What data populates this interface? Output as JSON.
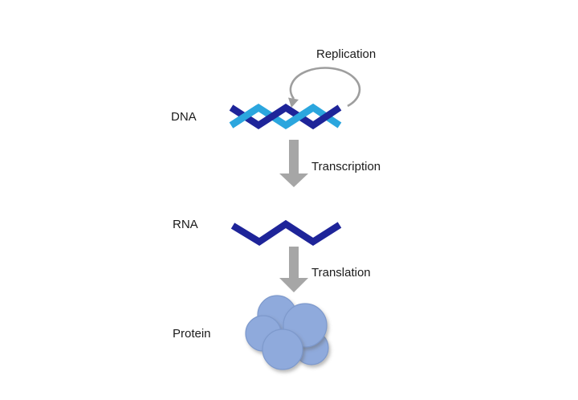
{
  "labels": {
    "dna": "DNA",
    "rna": "RNA",
    "protein": "Protein",
    "replication": "Replication",
    "transcription": "Transcription",
    "translation": "Translation"
  },
  "colors": {
    "dna_strand_dark": "#1E2499",
    "dna_strand_light": "#2BA6DE",
    "rna_strand": "#1E2499",
    "process_arrow": "#A6A6A6",
    "replication_arrow": "#9E9E9E",
    "protein_fill": "#8FAADC",
    "protein_border": "#7D99CC",
    "text": "#1A1A1A",
    "background": "#FFFFFF"
  }
}
